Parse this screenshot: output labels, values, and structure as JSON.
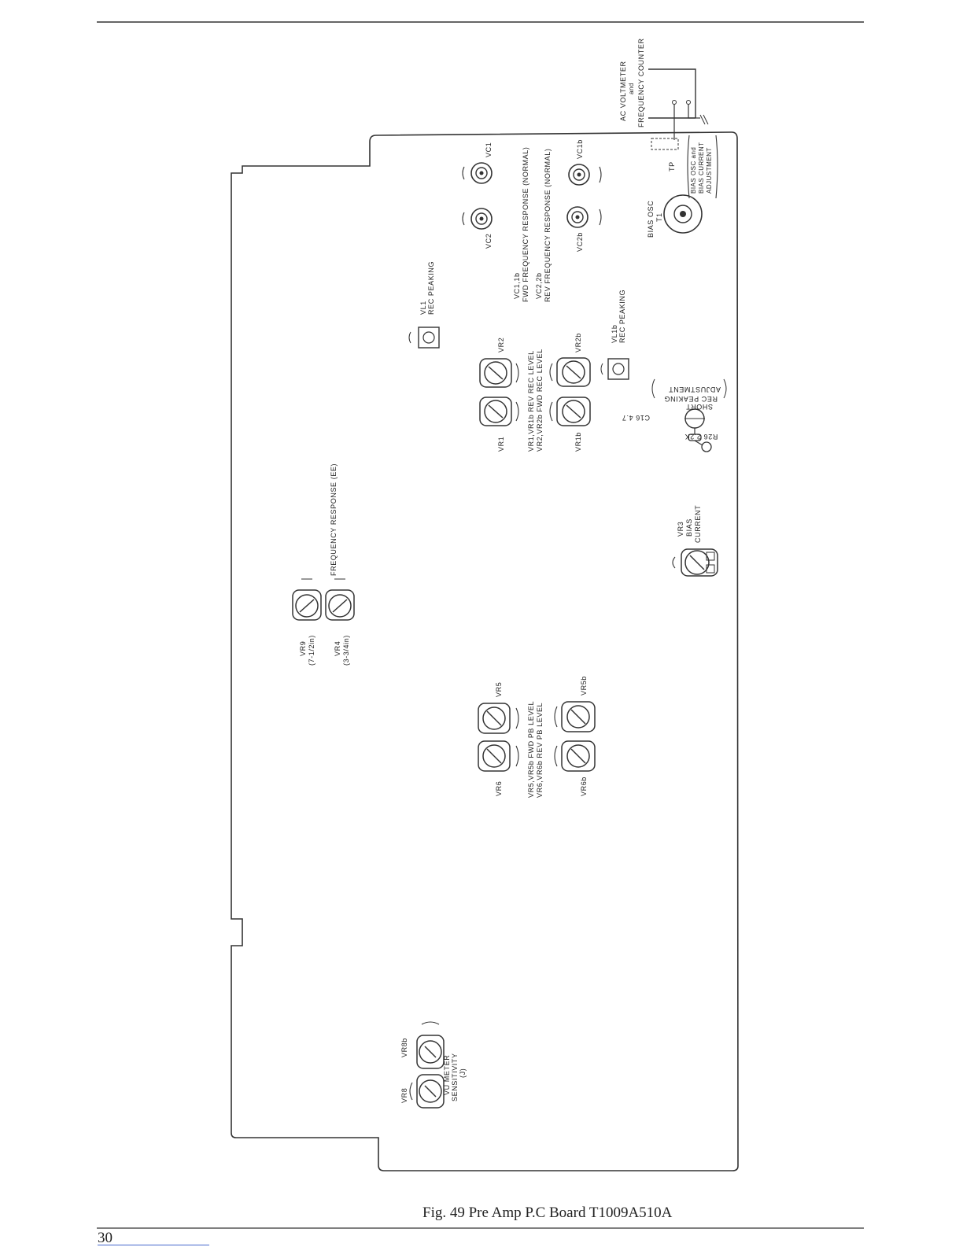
{
  "caption": "Fig.  49  Pre Amp P.C Board T1009A510A",
  "page_number": "30",
  "labels": {
    "ac_voltmeter": "AC VOLTMETER",
    "and": "and",
    "frequency_counter": "FREQUENCY COUNTER",
    "tp": "TP",
    "bias_osc_adj_1": "BIAS OSC and",
    "bias_osc_adj_2": "BIAS CURRENT",
    "bias_osc_adj_3": "ADJUSTMENT",
    "bias_osc": "BIAS OSC",
    "t1": "T1",
    "vc1": "VC1",
    "vc2": "VC2",
    "vc1b": "VC1b",
    "vc2b": "VC2b",
    "vc_fwd_1": "VC1,1b",
    "vc_fwd_2": "FWD FREQUENCY RESPONSE (NORMAL)",
    "vc_rev_1": "VC2,2b",
    "vc_rev_2": "REV FREQUENCY RESPONSE  (NORMAL)",
    "vl1": "VL1",
    "vl1_rec_peaking": "REC PEAKING",
    "vl1b": "VL1b",
    "vl1b_rec_peaking": "REC PEAKING",
    "vr1": "VR1",
    "vr2": "VR2",
    "vr1b": "VR1b",
    "vr2b": "VR2b",
    "rec_level_1": "VR1,VR1b  REV  REC LEVEL",
    "rec_level_2": "VR2,VR2b  FWD  REC LEVEL",
    "c16": "C16  4.7",
    "r26": "R26  2.2K",
    "short": "SHORT",
    "rec_peaking_adj_1": "REC PEAKING",
    "rec_peaking_adj_2": "ADJUSTMENT",
    "vr3": "VR3",
    "vr3_bias": "BIAS",
    "vr3_current": "CURRENT",
    "freq_response_ee": "FREQUENCY RESPONSE (EE)",
    "vr9": "VR9",
    "vr9_speed": "(7-1/2in)",
    "vr4": "VR4",
    "vr4_speed": "(3-3/4in)",
    "vr5": "VR5",
    "vr6": "VR6",
    "vr5b": "VR5b",
    "vr6b": "VR6b",
    "pb_level_1": "VR5,VR5b  FWD  PB  LEVEL",
    "pb_level_2": "VR6,VR6b  REV  PB  LEVEL",
    "vr8": "VR8",
    "vr8b": "VR8b",
    "vu_1": "VU METER",
    "vu_2": "SENSITIVITY",
    "vu_3": "(J)"
  }
}
